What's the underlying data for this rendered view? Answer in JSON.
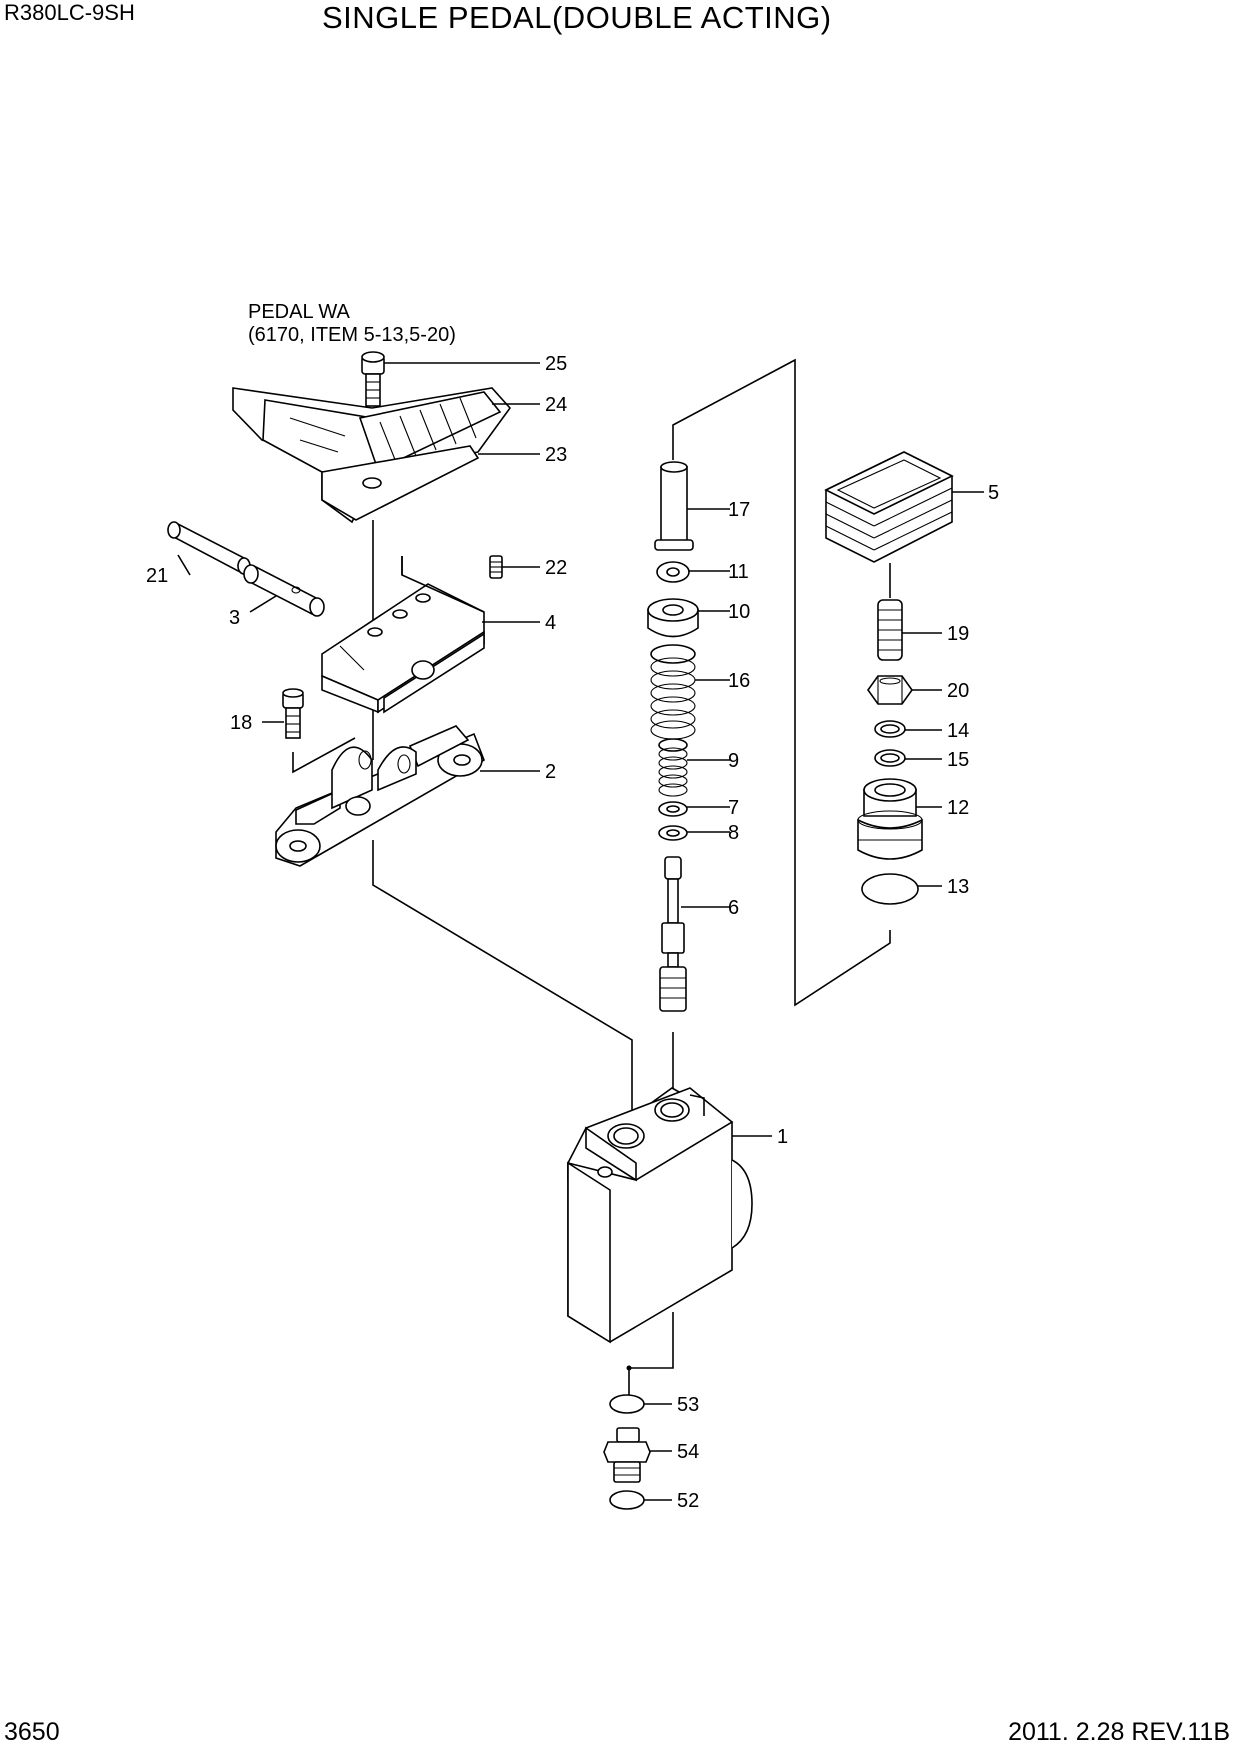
{
  "header": {
    "model": "R380LC-9SH",
    "title": "SINGLE PEDAL(DOUBLE ACTING)"
  },
  "footer": {
    "page_number": "3650",
    "date_revision": "2011. 2.28  REV.11B"
  },
  "assembly_note": {
    "line1": "PEDAL WA",
    "line2": "(6170, ITEM 5-13,5-20)"
  },
  "callouts": {
    "c1": "1",
    "c2": "2",
    "c3": "3",
    "c4": "4",
    "c5": "5",
    "c6": "6",
    "c7": "7",
    "c8": "8",
    "c9": "9",
    "c10": "10",
    "c11": "11",
    "c12": "12",
    "c13": "13",
    "c14": "14",
    "c15": "15",
    "c16": "16",
    "c17": "17",
    "c18": "18",
    "c19": "19",
    "c20": "20",
    "c21": "21",
    "c22": "22",
    "c23": "23",
    "c24": "24",
    "c25": "25",
    "c52": "52",
    "c53": "53",
    "c54": "54"
  }
}
